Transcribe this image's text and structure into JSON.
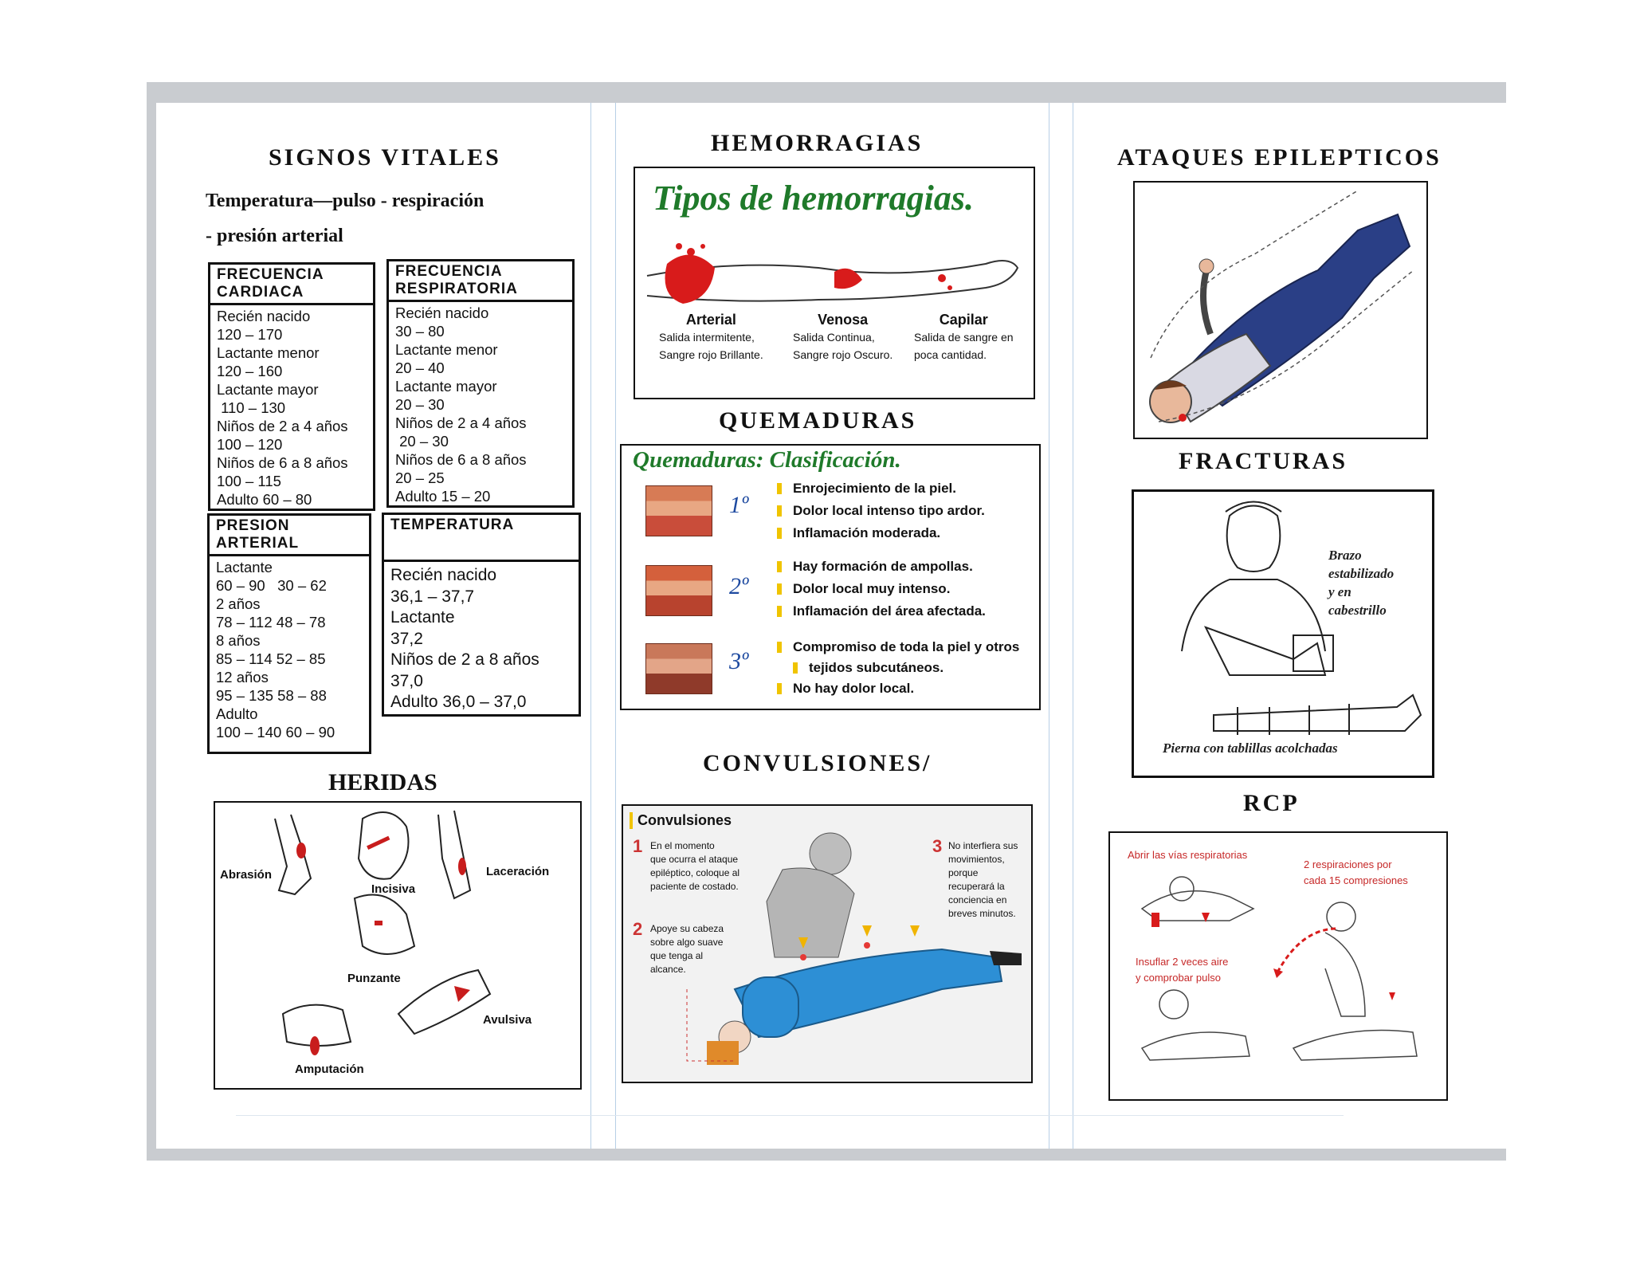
{
  "signos": {
    "title": "SIGNOS VITALES",
    "subtitle_line1": "Temperatura—pulso - respiración",
    "subtitle_line2": "- presión arterial",
    "cardiaca": {
      "header": [
        "FRECUENCIA",
        "CARDIACA"
      ],
      "rows": [
        "Recién nacido",
        "120 – 170",
        "Lactante menor",
        "120 – 160",
        "Lactante mayor",
        " 110 – 130",
        "Niños de 2 a 4 años",
        "100 – 120",
        "Niños de 6 a 8 años",
        "100 – 115",
        "Adulto 60 – 80"
      ]
    },
    "respiratoria": {
      "header": [
        "FRECUENCIA",
        "RESPIRATORIA"
      ],
      "rows": [
        "Recién nacido",
        "30 – 80",
        "Lactante menor",
        "20 – 40",
        "Lactante mayor",
        "20 – 30",
        "Niños de 2 a 4 años",
        " 20 – 30",
        "Niños de 6 a 8 años",
        "20 – 25",
        "Adulto 15 – 20"
      ]
    },
    "presion": {
      "header": [
        "PRESION",
        "ARTERIAL"
      ],
      "rows": [
        "Lactante",
        "60 – 90   30 – 62",
        "2 años",
        "78 – 112 48 – 78",
        "8 años",
        "85 – 114 52 – 85",
        "12 años",
        "95 – 135 58 – 88",
        "Adulto",
        "100 – 140 60 – 90"
      ]
    },
    "temperatura": {
      "header": [
        "TEMPERATURA"
      ],
      "rows": [
        "Recién nacido",
        "36,1 – 37,7",
        "Lactante",
        "37,2",
        "Niños de 2 a 8 años",
        "37,0",
        "Adulto 36,0 – 37,0"
      ]
    }
  },
  "heridas": {
    "title": "HERIDAS",
    "labels": {
      "abrasion": "Abrasión",
      "incisiva": "Incisiva",
      "laceracion": "Laceración",
      "punzante": "Punzante",
      "avulsiva": "Avulsiva",
      "amputacion": "Amputación"
    }
  },
  "hemorragias": {
    "title": "HEMORRAGIAS",
    "banner": "Tipos de hemorragias.",
    "types": [
      {
        "name": "Arterial",
        "line1": "Salida intermitente,",
        "line2": "Sangre rojo Brillante."
      },
      {
        "name": "Venosa",
        "line1": "Salida Continua,",
        "line2": "Sangre rojo Oscuro."
      },
      {
        "name": "Capilar",
        "line1": "Salida de sangre en",
        "line2": "poca cantidad."
      }
    ]
  },
  "quemaduras": {
    "title": "QUEMADURAS",
    "banner": "Quemaduras: Clasificación.",
    "degrees": [
      {
        "deg": "1º",
        "lines": [
          "Enrojecimiento de la piel.",
          "Dolor local intenso tipo ardor.",
          "Inflamación moderada."
        ]
      },
      {
        "deg": "2º",
        "lines": [
          "Hay formación de ampollas.",
          "Dolor local muy intenso.",
          "Inflamación del área afectada."
        ]
      },
      {
        "deg": "3º",
        "lines": [
          "Compromiso de toda la piel y otros",
          "tejidos subcutáneos.",
          "No hay dolor local."
        ]
      }
    ]
  },
  "convulsiones": {
    "title": "CONVULSIONES/",
    "panel_title": "Convulsiones",
    "step1": {
      "num": "1",
      "lines": [
        "En el momento",
        "que ocurra el ataque",
        "epiléptico, coloque al",
        "paciente de costado."
      ]
    },
    "step2": {
      "num": "2",
      "lines": [
        "Apoye su cabeza",
        "sobre algo suave",
        "que tenga al",
        "alcance."
      ]
    },
    "step3": {
      "num": "3",
      "lines": [
        "No interfiera sus",
        "movimientos,",
        "porque",
        "recuperará la",
        "conciencia en",
        "breves minutos."
      ]
    }
  },
  "ataques": {
    "title": "ATAQUES EPILEPTICOS"
  },
  "fracturas": {
    "title": "FRACTURAS",
    "caption_arm": [
      "Brazo",
      "estabilizado",
      "y en",
      "cabestrillo"
    ],
    "caption_leg": "Pierna con tablillas acolchadas"
  },
  "rcp": {
    "title": "RCP",
    "tl": "Abrir las vías respiratorias",
    "tr": [
      "2 respiraciones por",
      "cada 15 compresiones"
    ],
    "bl": [
      "Insuflar 2 veces aire",
      "y comprobar pulso"
    ]
  },
  "colors": {
    "blood": "#d81b1b",
    "banner_green": "#1f7a2a",
    "burn_bullet": "#f0c400",
    "frame_gray": "#c9ccd0"
  }
}
